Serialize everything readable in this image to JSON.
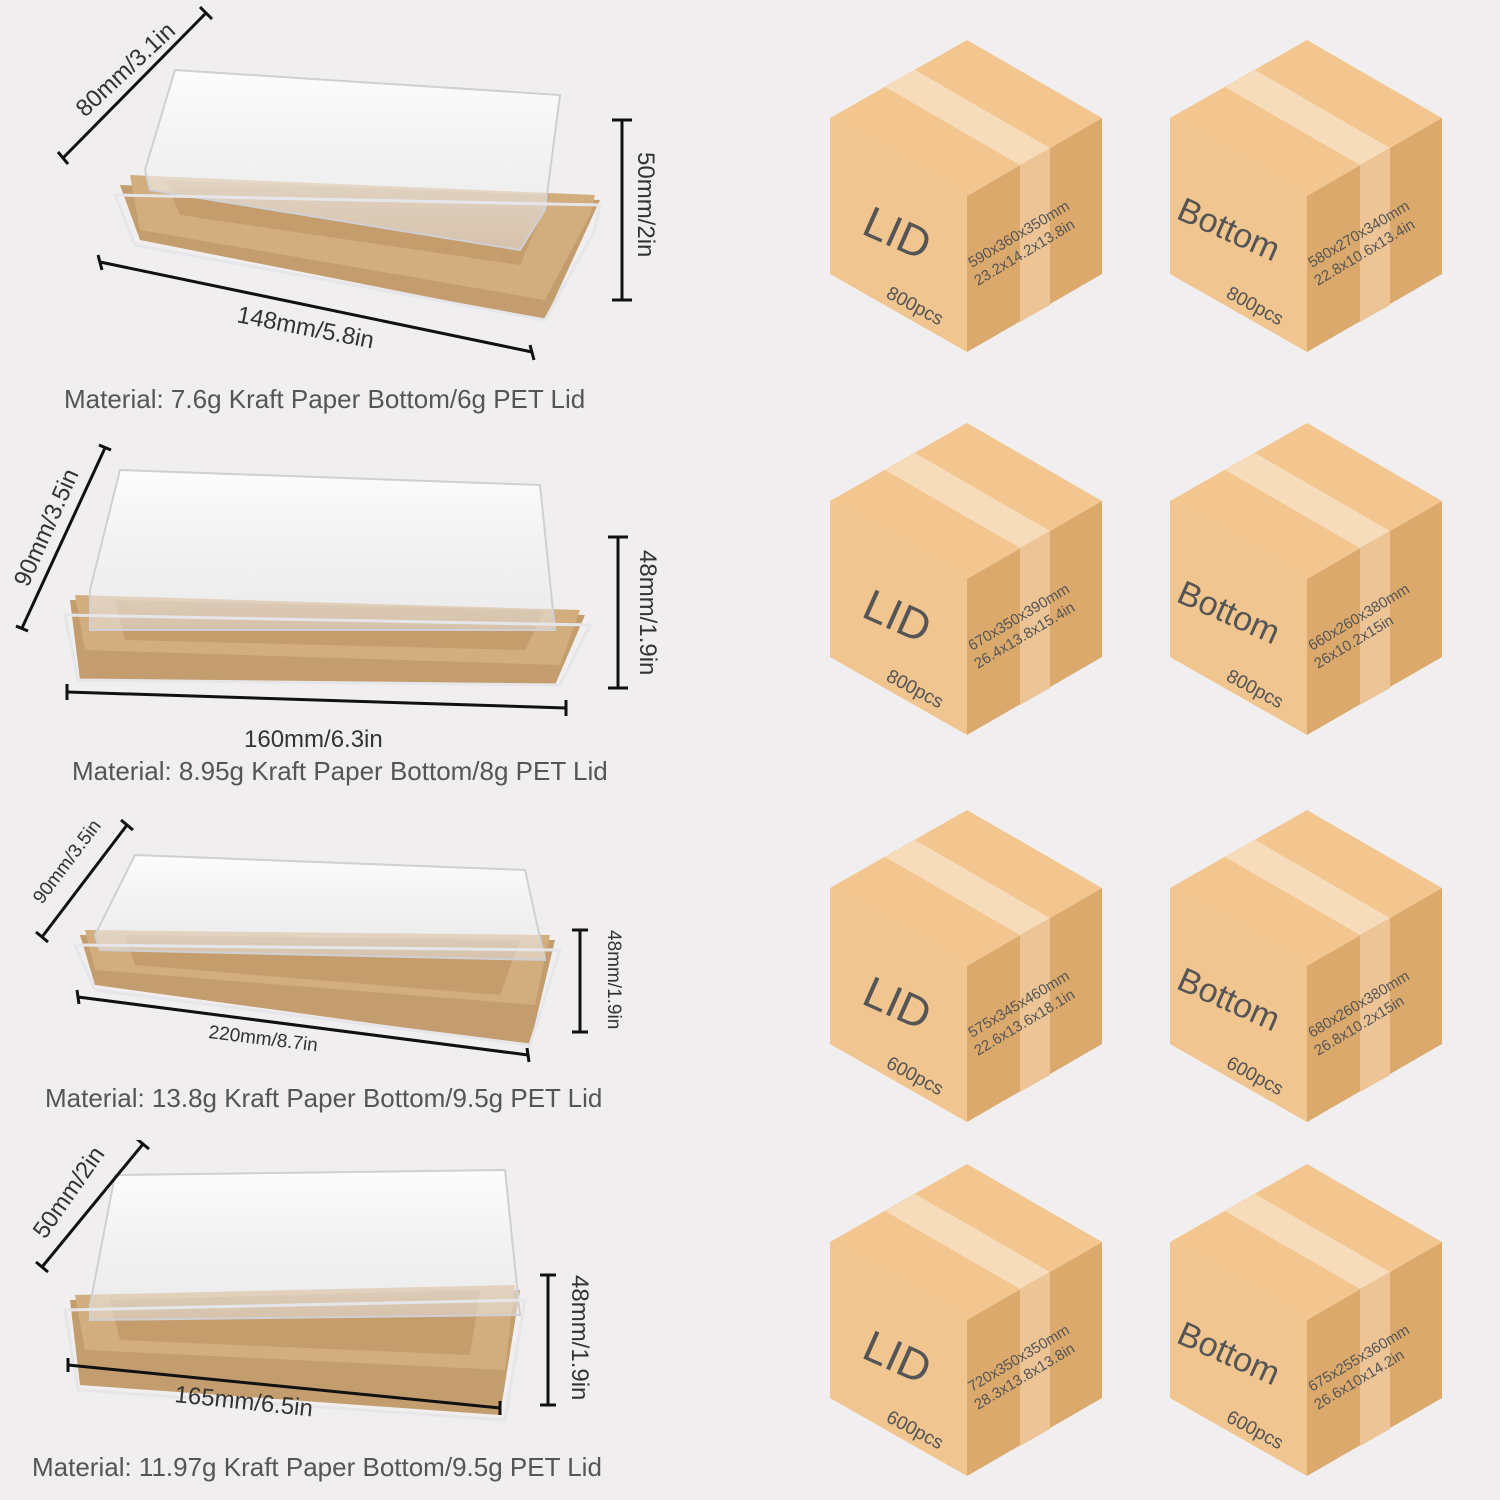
{
  "rows": [
    {
      "width_label": "80mm/3.1in",
      "height_label": "50mm/2in",
      "length_label": "148mm/5.8in",
      "material": "Material: 7.6g Kraft Paper Bottom/6g PET Lid",
      "lid_box": {
        "name": "LID",
        "dims_mm": "590x360x350mm",
        "dims_in": "23.2x14.2x13.8in",
        "qty": "800pcs"
      },
      "bottom_box": {
        "name": "Bottom",
        "dims_mm": "580x270x340mm",
        "dims_in": "22.8x10.6x13.4in",
        "qty": "800pcs"
      }
    },
    {
      "width_label": "90mm/3.5in",
      "height_label": "48mm/1.9in",
      "length_label": "160mm/6.3in",
      "material": "Material: 8.95g Kraft Paper Bottom/8g PET Lid",
      "lid_box": {
        "name": "LID",
        "dims_mm": "670x350x390mm",
        "dims_in": "26.4x13.8x15.4in",
        "qty": "800pcs"
      },
      "bottom_box": {
        "name": "Bottom",
        "dims_mm": "660x260x380mm",
        "dims_in": "26x10.2x15in",
        "qty": "800pcs"
      }
    },
    {
      "width_label": "90mm/3.5in",
      "height_label": "48mm/1.9in",
      "length_label": "220mm/8.7in",
      "material": "Material: 13.8g Kraft Paper Bottom/9.5g PET Lid",
      "lid_box": {
        "name": "LID",
        "dims_mm": "575x345x460mm",
        "dims_in": "22.6x13.6x18.1in",
        "qty": "600pcs"
      },
      "bottom_box": {
        "name": "Bottom",
        "dims_mm": "680x260x380mm",
        "dims_in": "26.8x10.2x15in",
        "qty": "600pcs"
      }
    },
    {
      "width_label": "50mm/2in",
      "height_label": "48mm/1.9in",
      "length_label": "165mm/6.5in",
      "material": "Material: 11.97g Kraft Paper Bottom/9.5g PET Lid",
      "lid_box": {
        "name": "LID",
        "dims_mm": "720x350x350mm",
        "dims_in": "28.3x13.8x13.8in",
        "qty": "600pcs"
      },
      "bottom_box": {
        "name": "Bottom",
        "dims_mm": "675x255x360mm",
        "dims_in": "26.6x10x14.2in",
        "qty": "600pcs"
      }
    }
  ],
  "colors": {
    "background": "#f0eeee",
    "kraft": "#c9a171",
    "box_left": "#f1c58f",
    "box_right": "#dca96d",
    "box_top": "#f3c690",
    "tape": "#f6dcbb"
  }
}
